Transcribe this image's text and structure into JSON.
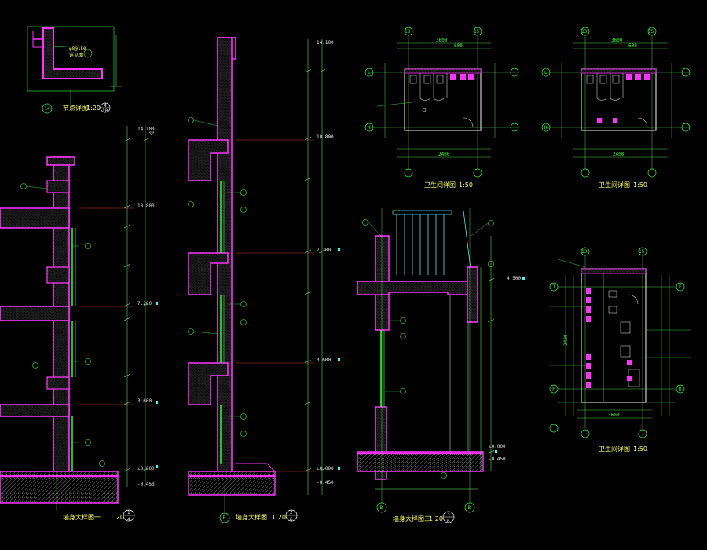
{
  "drawing": {
    "background_color": "#000000",
    "palette": {
      "wall_outline": "#ff33ff",
      "concrete": "#aaaaaa",
      "glazing": "#33ff33",
      "dimension": "#66ff66",
      "text": "#ffff66",
      "axis_grid": "#ff4444",
      "cyan": "#33ffff"
    }
  },
  "details": {
    "detail_top": {
      "title": "节点详图",
      "scale": "1:20",
      "ref_num": "4",
      "ref_sheet": "10",
      "axis": "14",
      "note1": "φ8@150",
      "note2": "详见图"
    },
    "section_1": {
      "title": "墙身大样图一",
      "scale": "1:20",
      "ref_num": "1",
      "ref_sheet": "4",
      "elev_levels": [
        "14.100",
        "10.800",
        "7.200",
        "3.600",
        "±0.000",
        "-0.450"
      ]
    },
    "section_2": {
      "title": "墙身大样图二",
      "scale": "1:20",
      "ref_num": "2",
      "ref_sheet": "6",
      "axis": "P",
      "elev_levels": [
        "14.100",
        "10.800",
        "7.200",
        "3.600",
        "±0.000",
        "-0.450"
      ]
    },
    "section_3": {
      "title": "墙身大样图三",
      "scale": "1:20",
      "ref_num": "3",
      "ref_sheet": "6",
      "axis_left": "B",
      "axis_right": "B",
      "elev_levels": [
        "4.500",
        "±0.000",
        "-0.450"
      ]
    },
    "toilet_1": {
      "title": "卫生间详图",
      "scale": "1:50",
      "axes_top": [
        "13",
        "15"
      ],
      "axes_side": [
        "L",
        "K"
      ],
      "dims": [
        "3600",
        "2400",
        "600"
      ]
    },
    "toilet_2": {
      "title": "卫生间详图",
      "scale": "1:50",
      "axes_top": [
        "13",
        "15"
      ],
      "axes_side": [
        "L",
        "K"
      ],
      "dims": [
        "3600",
        "2400",
        "600"
      ]
    },
    "toilet_3": {
      "title": "卫生间详图",
      "scale": "1:50",
      "axes_top": [
        "13",
        "15"
      ],
      "axes_side": [
        "J",
        "F",
        "E",
        "D"
      ],
      "dims": [
        "3600",
        "2400"
      ]
    }
  },
  "icons": [
    "section-cut-icon",
    "axis-bubble-icon",
    "elevation-marker-icon"
  ]
}
